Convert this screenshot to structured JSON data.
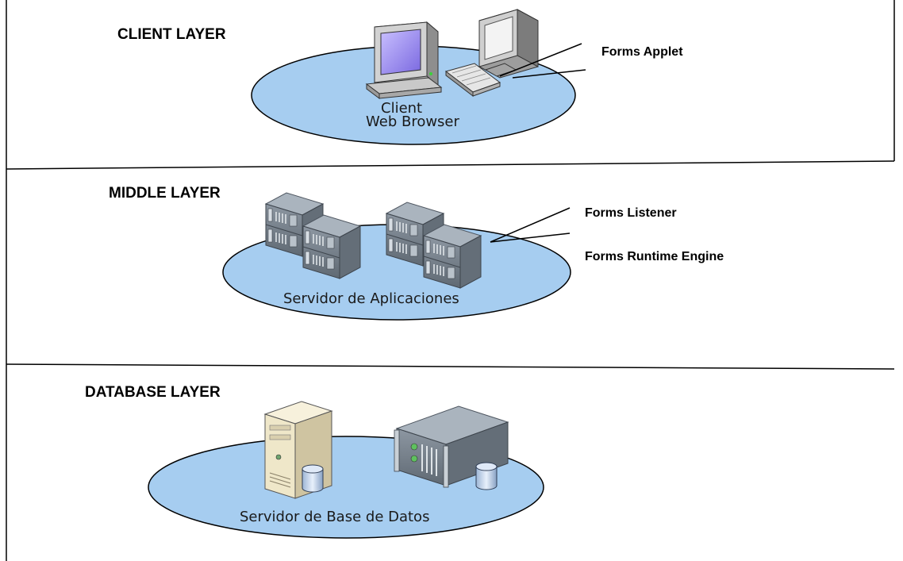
{
  "layers": [
    {
      "title": "CLIENT LAYER",
      "label_lines": [
        "Client",
        "Web Browser"
      ],
      "callouts": [
        "Forms Applet"
      ]
    },
    {
      "title": "MIDDLE LAYER",
      "label_lines": [
        "Servidor de Aplicaciones"
      ],
      "callouts": [
        "Forms Listener",
        "Forms Runtime Engine"
      ]
    },
    {
      "title": "DATABASE LAYER",
      "label_lines": [
        "Servidor de Base de Datos"
      ],
      "callouts": []
    }
  ],
  "colors": {
    "ellipse_fill": "#a6cdf0",
    "ellipse_stroke": "#000000",
    "server_body": "#7f8a96",
    "server_top": "#a9b3bd",
    "tower": "#efe7c9"
  },
  "icons": [
    "desktop-computer-icon",
    "monitor-icon",
    "keyboard-icon",
    "rack-server-icon",
    "tower-server-icon",
    "database-cylinder-icon"
  ]
}
